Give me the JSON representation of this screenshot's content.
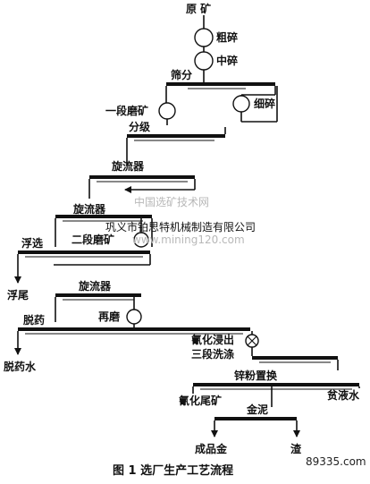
{
  "diagram": {
    "nodes": {
      "ore": "原 矿",
      "coarse_crush": "粗碎",
      "medium_crush": "中碎",
      "screen": "筛分",
      "fine_crush": "细碎",
      "grind1": "一段磨矿",
      "classify": "分级",
      "cyclone1": "旋流器",
      "cyclone2": "旋流器",
      "grind2": "二段磨矿",
      "flotation": "浮选",
      "flot_tail": "浮尾",
      "cyclone3": "旋流器",
      "dewater": "脱药",
      "regrind": "再磨",
      "dewater_water": "脱药水",
      "cyanide_leach": "氰化浸出",
      "wash": "三段洗涤",
      "zinc_replace": "锌粉置换",
      "cyanide_tail": "氰化尾矿",
      "barren": "贫液水",
      "gold_mud": "金泥",
      "product_gold": "成品金",
      "slag": "渣"
    },
    "caption": "图 1  选厂生产工艺流程"
  },
  "overlays": {
    "watermark_cn": "中国选矿技术网",
    "watermark_en": "www.mining120.com",
    "company": "巩义市铂思特机械制造有限公司",
    "site": "89335.com"
  }
}
